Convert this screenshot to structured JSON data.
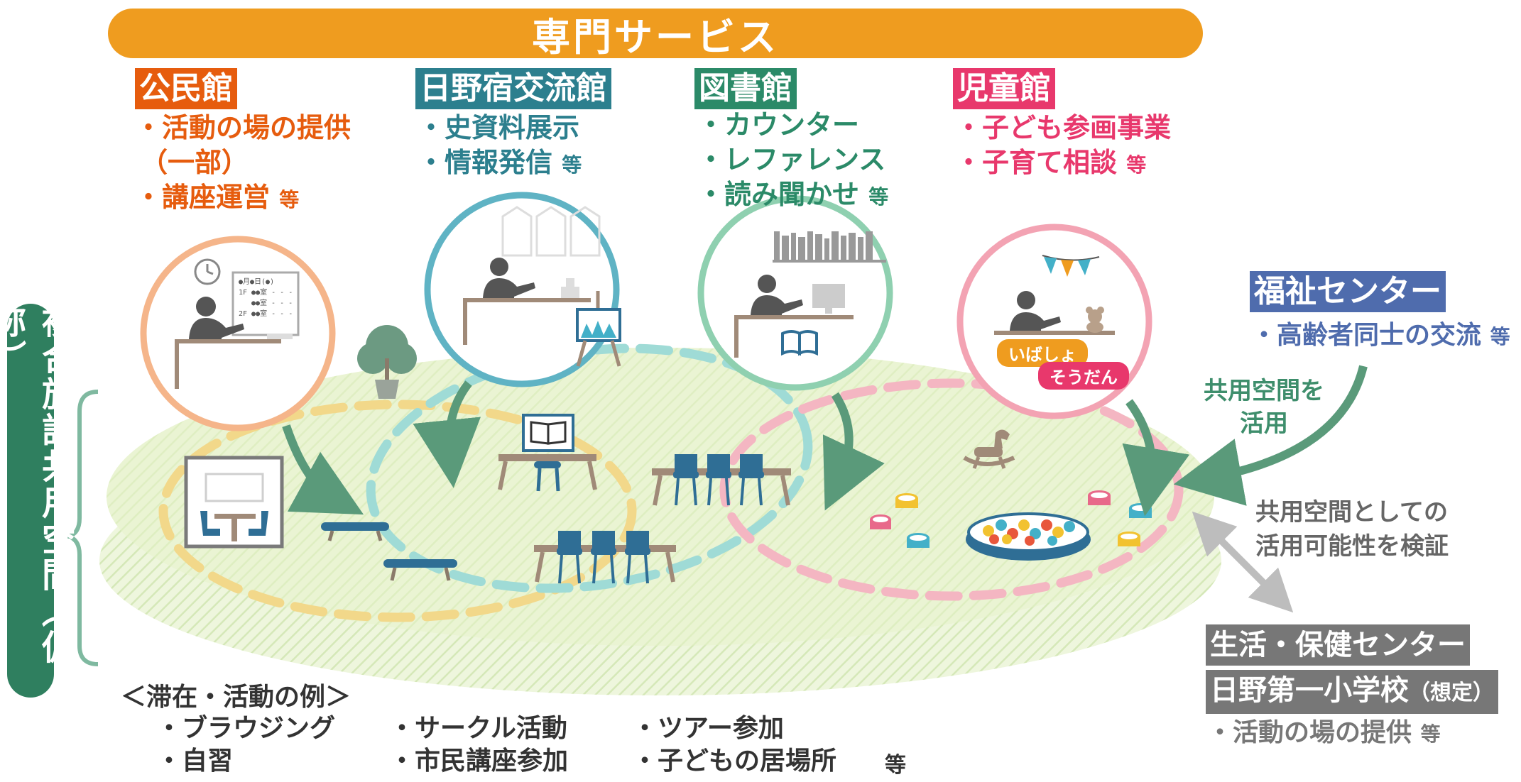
{
  "banner": {
    "title": "専門サービス"
  },
  "facilities": [
    {
      "name": "公民館",
      "items": [
        "・活動の場の提供",
        "（一部）",
        "・講座運営"
      ],
      "etc": "等"
    },
    {
      "name": "日野宿交流館",
      "items": [
        "・史資料展示",
        "・情報発信"
      ],
      "etc": "等"
    },
    {
      "name": "図書館",
      "items": [
        "・カウンター",
        "・レファレンス",
        "・読み聞かせ"
      ],
      "etc": "等"
    },
    {
      "name": "児童館",
      "items": [
        "・子ども参画事業",
        "・子育て相談"
      ],
      "etc": "等"
    }
  ],
  "welfare": {
    "name": "福祉センター",
    "item": "・高齢者同士の交流",
    "etc": "等",
    "note": [
      "共用空間を",
      "活用"
    ]
  },
  "verify_note": [
    "共用空間としての",
    "活用可能性を検証"
  ],
  "life_center": {
    "name": "生活・保健センター"
  },
  "school": {
    "name": "日野第一小学校",
    "note": "（想定）",
    "item": "・活動の場の提供",
    "etc": "等"
  },
  "vertical_label": "複合施設共用空間（仮称）",
  "children_badges": [
    "いばしょ",
    "そうだん"
  ],
  "schedule_board": [
    "●月●日(●)",
    "1F ●●室 - - -",
    "●●室 - - -",
    "2F ●●室 - - -"
  ],
  "examples": {
    "heading": "＜滞在・活動の例＞",
    "col1": [
      "・ブラウジング",
      "・自習"
    ],
    "col2": [
      "・サークル活動",
      "・市民講座参加"
    ],
    "col3": [
      "・ツアー参加",
      "・子どもの居場所"
    ],
    "etc": "等"
  },
  "colors": {
    "banner": "#ef9c1f",
    "kominkan": "#e65c0e",
    "kouryukan": "#2c7f8e",
    "library": "#2b8a68",
    "jidokan": "#e8386c",
    "welfare": "#4f6cad",
    "gray": "#777777",
    "space_green": "#2f7f5f",
    "arrow_green": "#5a9a7a"
  }
}
